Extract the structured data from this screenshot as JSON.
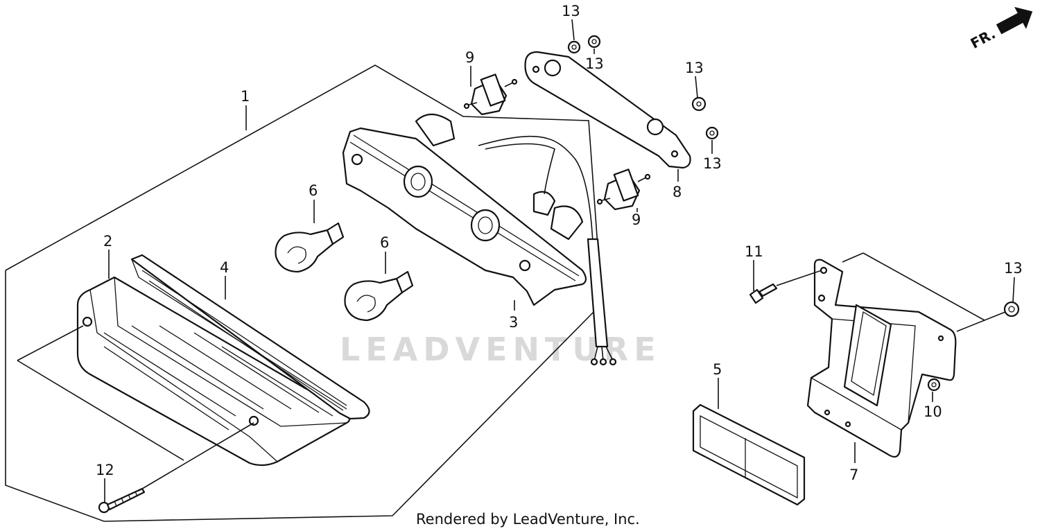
{
  "diagram": {
    "orientation_mark": "FR.",
    "watermark": "LEADVENTURE",
    "credit": "Rendered by LeadVenture, Inc.",
    "callouts": {
      "c1": "1",
      "c2": "2",
      "c3": "3",
      "c4": "4",
      "c5": "5",
      "c6a": "6",
      "c6b": "6",
      "c7": "7",
      "c8": "8",
      "c9a": "9",
      "c9b": "9",
      "c10": "10",
      "c11": "11",
      "c12": "12",
      "c13a": "13",
      "c13b": "13",
      "c13c": "13",
      "c13d": "13",
      "c13e": "13"
    }
  }
}
